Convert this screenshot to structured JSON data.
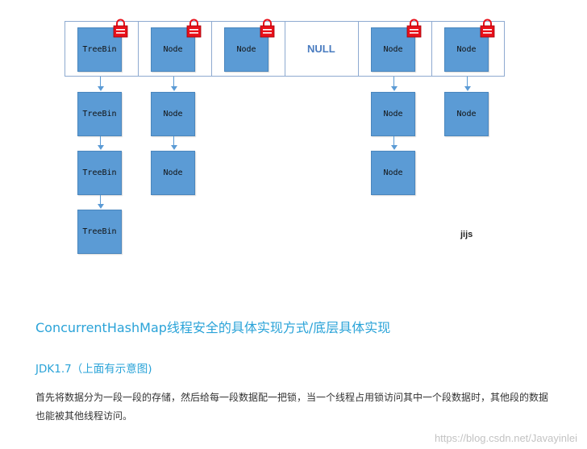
{
  "diagram": {
    "buckets": [
      {
        "label": "TreeBin",
        "locked": true
      },
      {
        "label": "Node",
        "locked": true
      },
      {
        "label": "Node",
        "locked": true
      },
      {
        "label": "NULL",
        "locked": false
      },
      {
        "label": "Node",
        "locked": true
      },
      {
        "label": "Node",
        "locked": true
      }
    ],
    "chains": [
      [
        "TreeBin",
        "TreeBin",
        "TreeBin"
      ],
      [
        "Node",
        "Node"
      ],
      [],
      [],
      [
        "Node",
        "Node"
      ],
      [
        "Node"
      ]
    ],
    "note": "jijs",
    "colors": {
      "node_fill": "#5b9bd5",
      "lock": "#e8101a",
      "row_border": "#8eaad0"
    }
  },
  "article": {
    "section_title": "ConcurrentHashMap线程安全的具体实现方式/底层具体实现",
    "subsection_title": "JDK1.7（上面有示意图)",
    "paragraph": "首先将数据分为一段一段的存储，然后给每一段数据配一把锁，当一个线程占用锁访问其中一个段数据时，其他段的数据也能被其他线程访问。",
    "accent_color": "#2aa3d8"
  },
  "watermark": "https://blog.csdn.net/Javayinlei"
}
